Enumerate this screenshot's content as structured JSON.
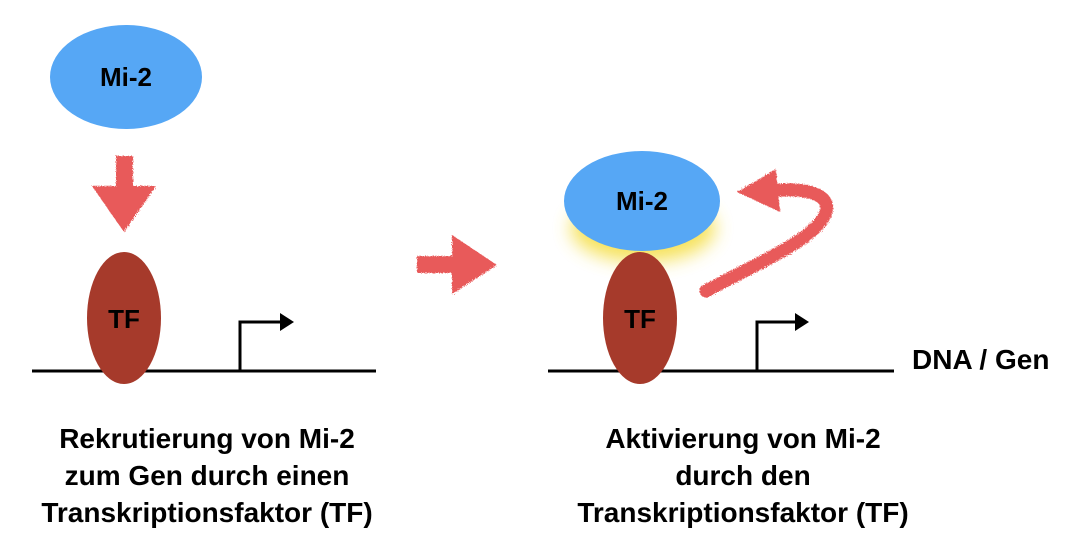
{
  "colors": {
    "mi2_fill": "#56a7f5",
    "tf_fill": "#a63a2b",
    "arrow_red": "#e85a5a",
    "glow_yellow": "#f4dd3c",
    "line": "#000000"
  },
  "left_panel": {
    "mi2_label": "Mi-2",
    "tf_label": "TF",
    "caption": [
      "Rekrutierung von Mi-2",
      "zum Gen durch einen",
      "Transkriptionsfaktor (TF)"
    ]
  },
  "right_panel": {
    "mi2_label": "Mi-2",
    "tf_label": "TF",
    "dna_label": "DNA / Gen",
    "caption": [
      "Aktivierung von Mi-2",
      "durch den",
      "Transkriptionsfaktor (TF)"
    ]
  }
}
